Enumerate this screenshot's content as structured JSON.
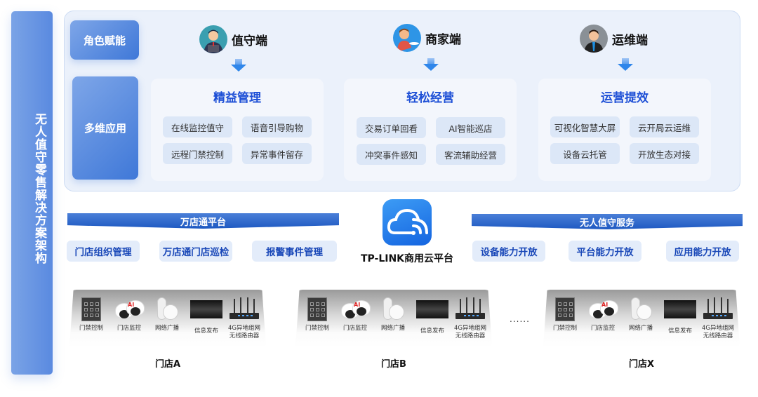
{
  "side_title": "无人值守零售解决方案架构",
  "tags": {
    "role": "角色赋能",
    "app": "多维应用"
  },
  "roles": [
    {
      "name": "值守端",
      "avatar_icon": "operator-avatar-icon",
      "card_title": "精益管理",
      "chips": [
        "在线监控值守",
        "语音引导购物",
        "远程门禁控制",
        "异常事件留存"
      ]
    },
    {
      "name": "商家端",
      "avatar_icon": "merchant-avatar-icon",
      "card_title": "轻松经营",
      "chips": [
        "交易订单回看",
        "AI智能巡店",
        "冲突事件感知",
        "客流辅助经营"
      ]
    },
    {
      "name": "运维端",
      "avatar_icon": "maintenance-avatar-icon",
      "card_title": "运营提效",
      "chips": [
        "可视化智慧大屏",
        "云开局云运维",
        "设备云托管",
        "开放生态对接"
      ]
    }
  ],
  "platform_left": {
    "title": "万店通平台",
    "items": [
      "门店组织管理",
      "万店通门店巡检",
      "报警事件管理"
    ]
  },
  "platform_right": {
    "title": "无人值守服务",
    "items": [
      "设备能力开放",
      "平台能力开放",
      "应用能力开放"
    ]
  },
  "cloud": {
    "label": "TP-LINK商用云平台",
    "icon": "cloud-wifi-icon"
  },
  "devices": [
    "门禁控制",
    "门店监控",
    "网络广播",
    "信息发布",
    "4G异地组网无线路由器"
  ],
  "device_label_lines": {
    "router_line1": "4G异地组网",
    "router_line2": "无线路由器"
  },
  "stores": [
    "门店A",
    "门店B",
    "门店X"
  ],
  "ellipsis": "......",
  "colors": {
    "accent": "#1d4fd6",
    "tag": "#3f78d8",
    "panel": "#ebf1fb",
    "chip": "#dce7f7"
  }
}
